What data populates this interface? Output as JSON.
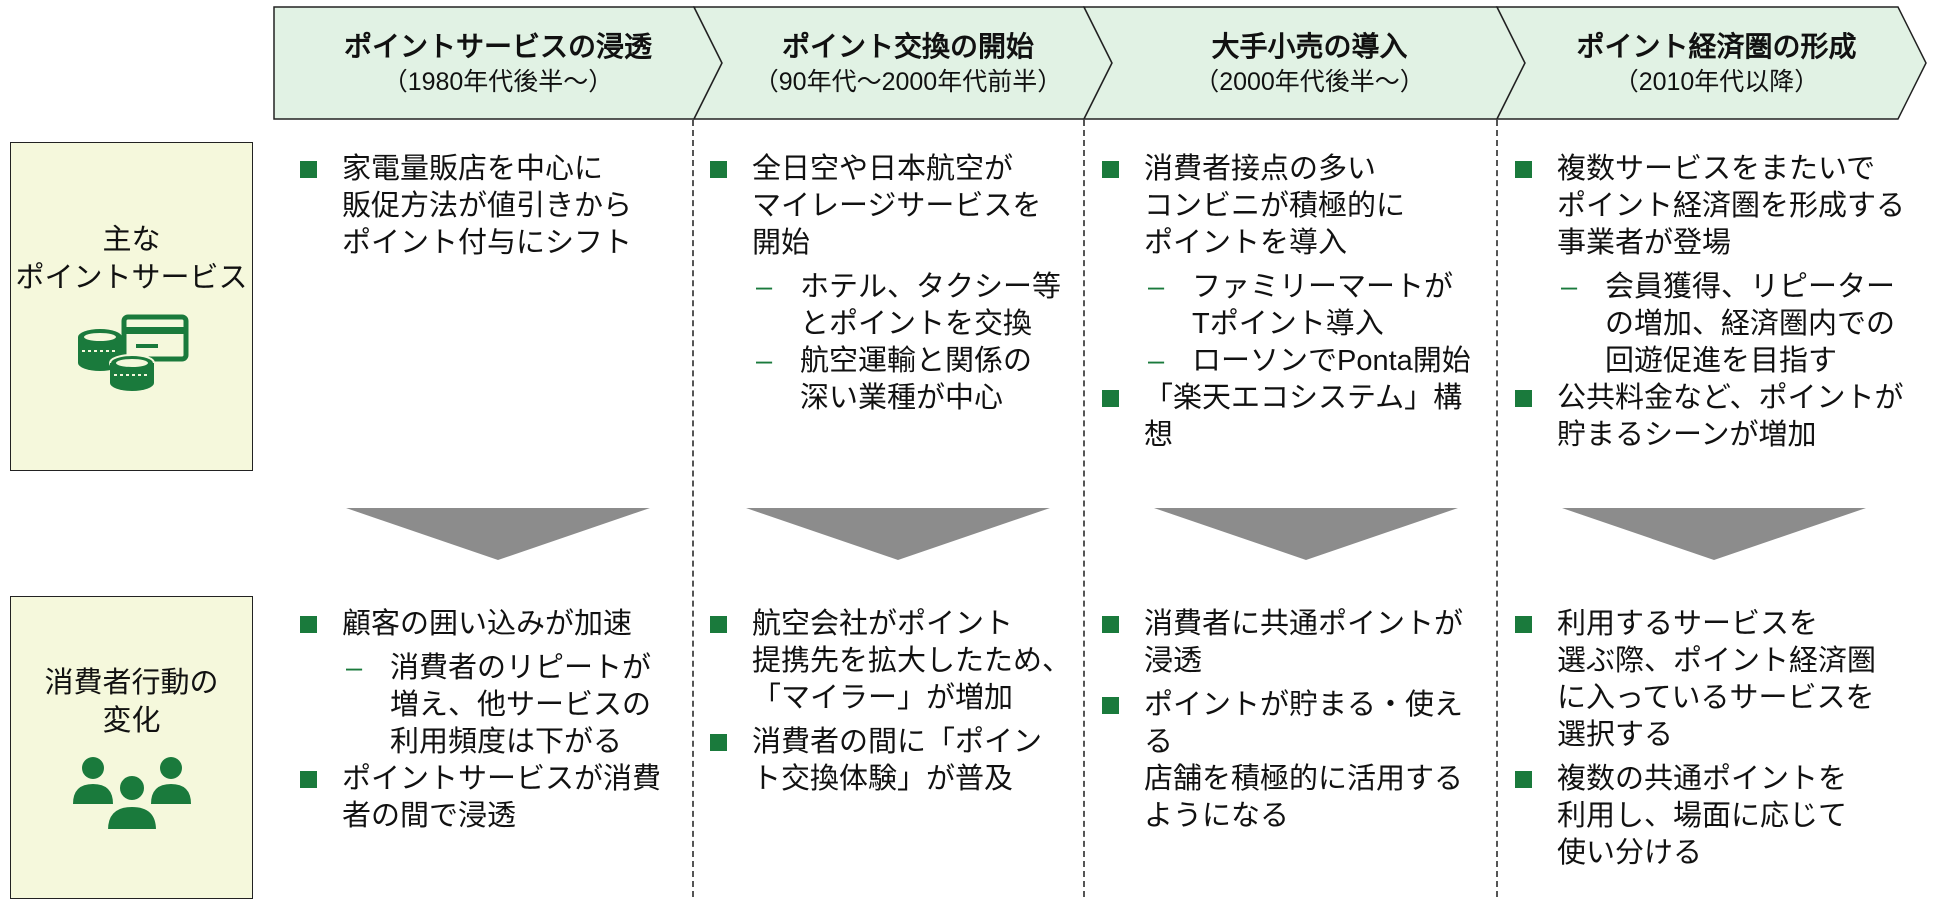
{
  "colors": {
    "header_fill": "#e1f2e4",
    "label_fill": "#f5f8dc",
    "accent_green": "#1a7a3c",
    "arrow_gray": "#8c8c8c"
  },
  "phases": [
    {
      "name": "ポイントサービスの浸透",
      "period": "（1980年代後半～）"
    },
    {
      "name": "ポイント交換の開始",
      "period": "（90年代～2000年代前半）"
    },
    {
      "name": "大手小売の導入",
      "period": "（2000年代後半～）"
    },
    {
      "name": "ポイント経済圏の形成",
      "period": "（2010年代以降）"
    }
  ],
  "row_labels": {
    "services": {
      "lines": [
        "主な",
        "ポイントサービス"
      ],
      "icon": "coins-card-icon"
    },
    "behavior": {
      "lines": [
        "消費者行動の",
        "変化"
      ],
      "icon": "people-group-icon"
    }
  },
  "services": [
    {
      "items": [
        {
          "lines": [
            "家電量販店を中心に",
            "販促方法が値引きから",
            "ポイント付与にシフト"
          ],
          "subs": []
        }
      ]
    },
    {
      "items": [
        {
          "lines": [
            "全日空や日本航空が",
            "マイレージサービスを",
            "開始"
          ],
          "subs": [
            {
              "lines": [
                "ホテル、タクシー等",
                "とポイントを交換"
              ]
            },
            {
              "lines": [
                "航空運輸と関係の",
                "深い業種が中心"
              ]
            }
          ]
        }
      ]
    },
    {
      "items": [
        {
          "lines": [
            "消費者接点の多い",
            "コンビニが積極的に",
            "ポイントを導入"
          ],
          "subs": [
            {
              "lines": [
                "ファミリーマートが",
                "Tポイント導入"
              ]
            },
            {
              "lines": [
                "ローソンでPonta開始"
              ]
            }
          ]
        },
        {
          "lines": [
            "「楽天エコシステム」構想"
          ],
          "subs": []
        }
      ]
    },
    {
      "items": [
        {
          "lines": [
            "複数サービスをまたいで",
            "ポイント経済圏を形成する",
            "事業者が登場"
          ],
          "subs": [
            {
              "lines": [
                "会員獲得、リピーター",
                "の増加、経済圏内での",
                "回遊促進を目指す"
              ]
            }
          ]
        },
        {
          "lines": [
            "公共料金など、ポイントが",
            "貯まるシーンが増加"
          ],
          "subs": []
        }
      ]
    }
  ],
  "behavior": [
    {
      "items": [
        {
          "lines": [
            "顧客の囲い込みが加速"
          ],
          "subs": [
            {
              "lines": [
                "消費者のリピートが",
                "増え、他サービスの",
                "利用頻度は下がる"
              ]
            }
          ]
        },
        {
          "lines": [
            "ポイントサービスが消費",
            "者の間で浸透"
          ],
          "subs": []
        }
      ]
    },
    {
      "items": [
        {
          "lines": [
            "航空会社がポイント",
            "提携先を拡大したため、",
            "「マイラー」が増加"
          ],
          "subs": []
        },
        {
          "lines": [
            "消費者の間に「ポイン",
            "ト交換体験」が普及"
          ],
          "subs": []
        }
      ]
    },
    {
      "items": [
        {
          "lines": [
            "消費者に共通ポイントが",
            "浸透"
          ],
          "subs": []
        },
        {
          "lines": [
            "ポイントが貯まる・使える",
            "店舗を積極的に活用する",
            "ようになる"
          ],
          "subs": []
        }
      ]
    },
    {
      "items": [
        {
          "lines": [
            "利用するサービスを",
            "選ぶ際、ポイント経済圏",
            "に入っているサービスを",
            "選択する"
          ],
          "subs": []
        },
        {
          "lines": [
            "複数の共通ポイントを",
            "利用し、場面に応じて",
            "使い分ける"
          ],
          "subs": []
        }
      ]
    }
  ]
}
